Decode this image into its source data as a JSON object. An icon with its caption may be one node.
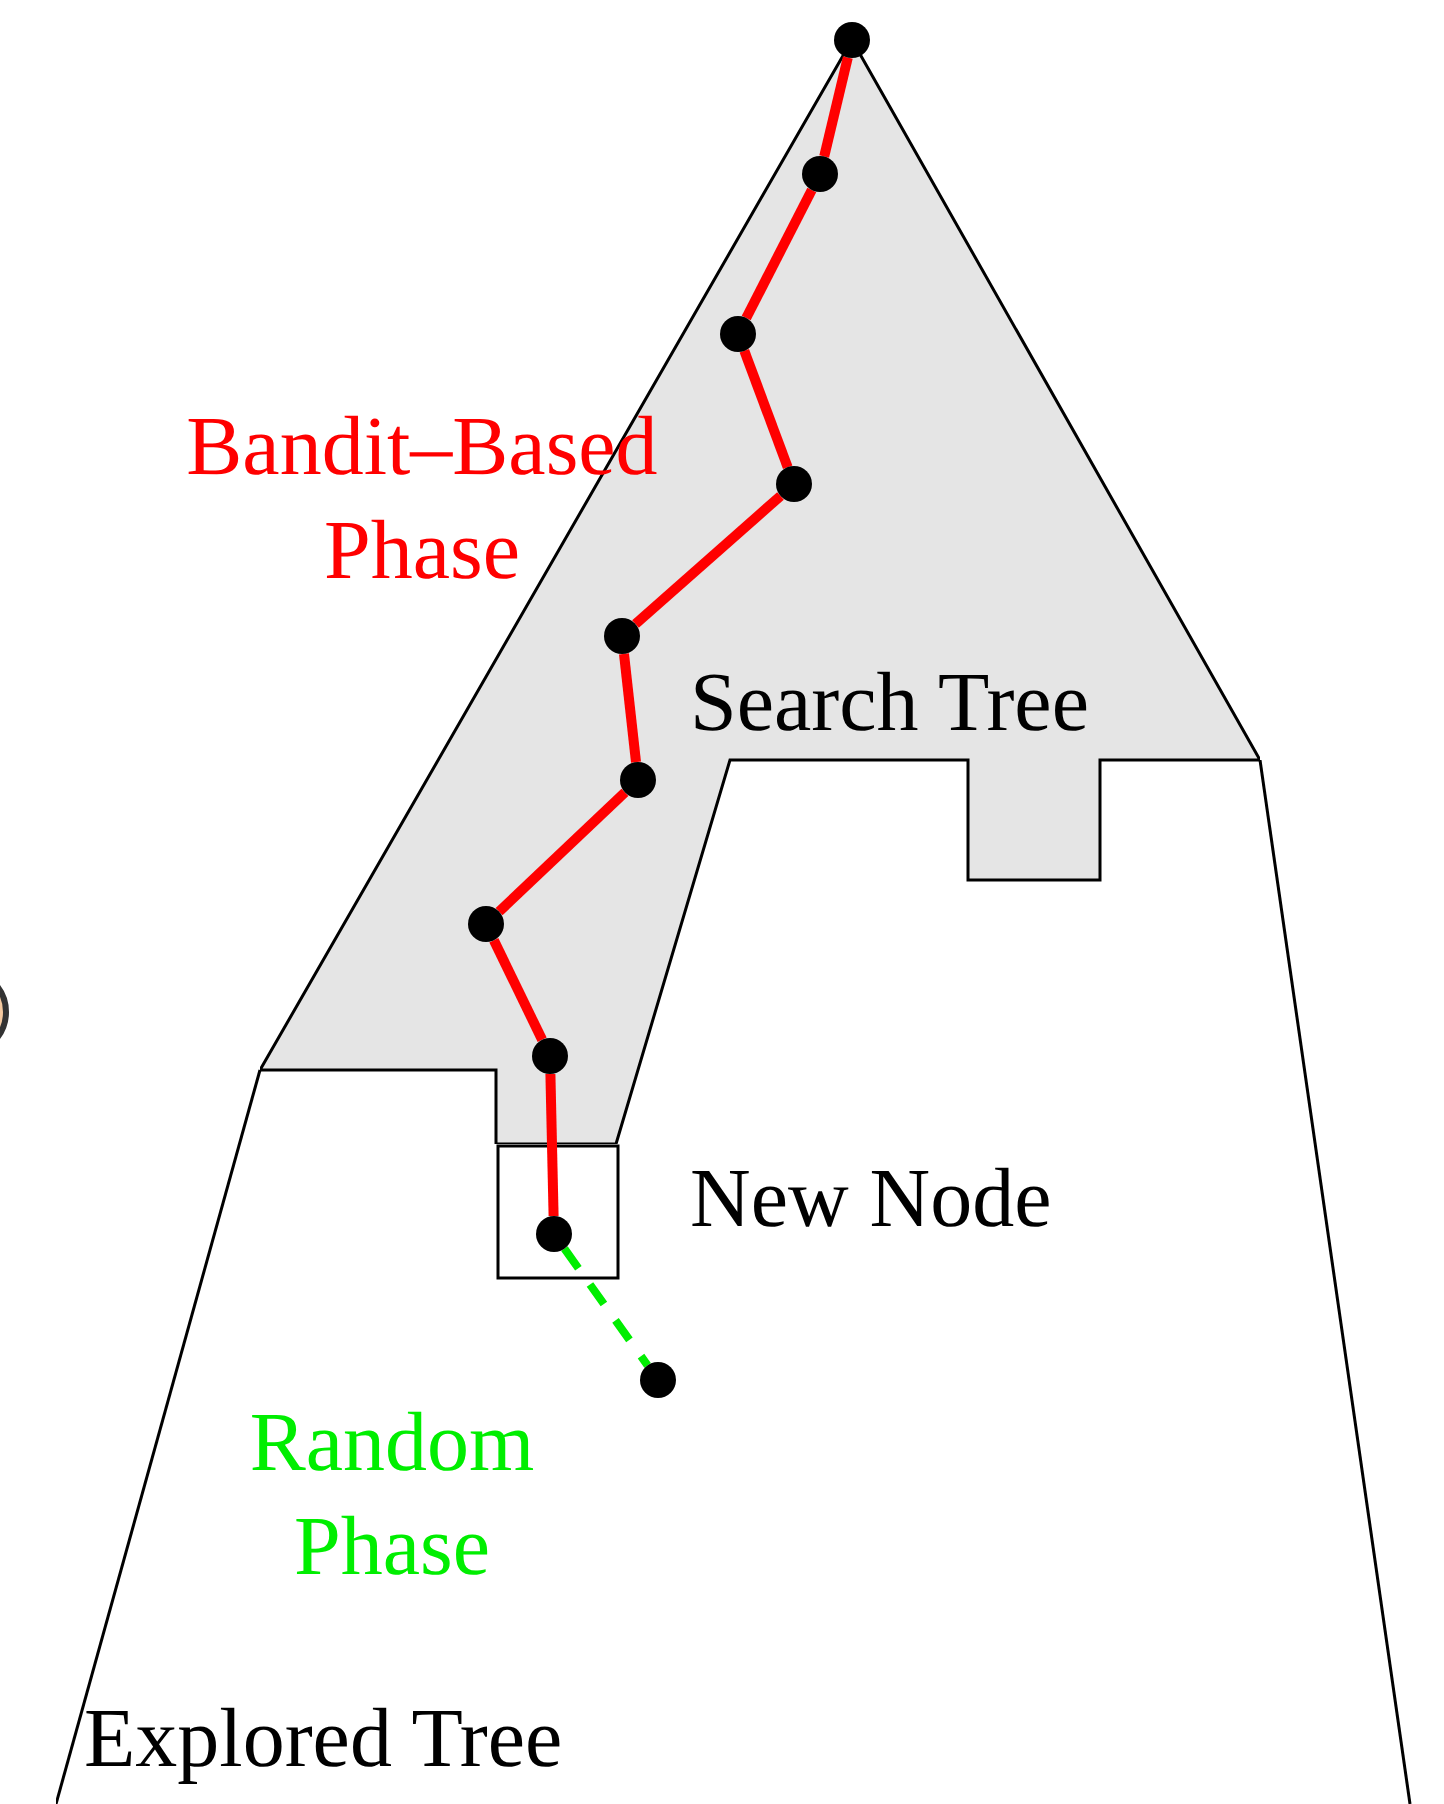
{
  "diagram": {
    "nodes": [
      {
        "text": [
          "Explored Tree"
        ]
      },
      {
        "text": [
          "Search Tree"
        ]
      },
      {
        "text": [
          "New Node"
        ],
        "in": 0
      },
      {
        "text": [],
        "shape": "circle",
        "in": 1
      },
      {
        "text": [],
        "shape": "circle",
        "in": 1
      },
      {
        "text": [],
        "shape": "circle",
        "in": 1
      },
      {
        "text": [],
        "shape": "circle",
        "in": 1
      },
      {
        "text": [],
        "shape": "circle",
        "in": 1
      },
      {
        "text": [],
        "shape": "circle"
      },
      {
        "text": [],
        "shape": "circle"
      },
      {
        "text": [],
        "shape": "circle"
      },
      {
        "text": [],
        "shape": "circle",
        "in": 2
      },
      {
        "text": [],
        "shape": "circle",
        "in": 0
      }
    ],
    "edges": [
      {
        "from": 3,
        "to": 4,
        "arrow": "none"
      },
      {
        "from": 4,
        "to": 5,
        "arrow": "none"
      },
      {
        "from": 5,
        "to": 6,
        "arrow": "none"
      },
      {
        "from": 6,
        "to": 7,
        "arrow": "none"
      },
      {
        "from": 7,
        "to": 8,
        "arrow": "none"
      },
      {
        "from": 8,
        "to": 9,
        "arrow": "none"
      },
      {
        "from": 9,
        "to": 10,
        "arrow": "none"
      },
      {
        "from": 10,
        "to": 11,
        "arrow": "none"
      },
      {
        "from": 11,
        "to": 12,
        "arrow": "none",
        "style": "dashed",
        "color": "#00ee00"
      }
    ],
    "labels": [
      "Bandit–Based Phase",
      "Random Phase"
    ]
  }
}
